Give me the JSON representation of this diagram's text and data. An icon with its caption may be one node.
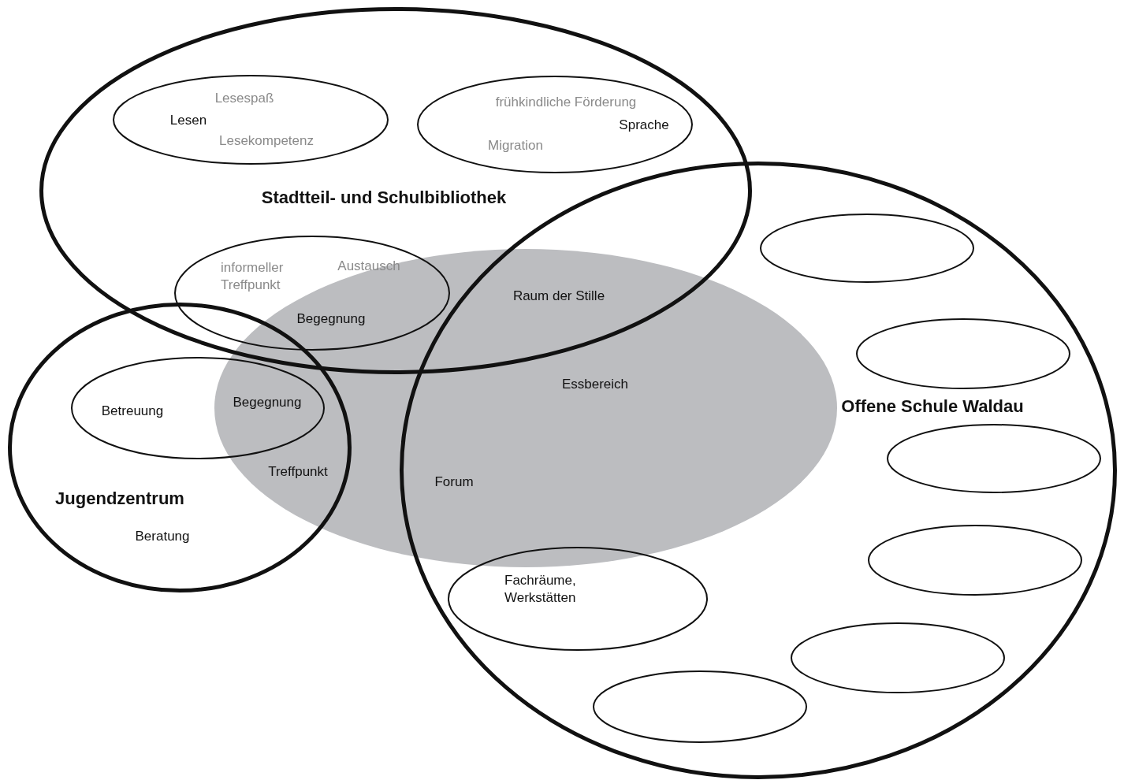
{
  "diagram": {
    "nodes": [
      {
        "text": [
          "Stadtteil- und Schulbibliothek"
        ]
      },
      {
        "text": [
          "Lesespaß",
          "Lesen",
          "Lesekompetenz"
        ],
        "in": 0
      },
      {
        "text": [
          "frühkindliche Förderung",
          "Sprache",
          "Migration"
        ],
        "in": 0
      },
      {
        "text": [
          "Offene Schule Waldau"
        ]
      },
      {
        "text": [
          "Raum der Stille",
          "Essbereich",
          "Forum"
        ]
      },
      {
        "text": [
          "informeller Treffpunkt",
          "Austausch",
          "Begegnung"
        ],
        "in": 0
      },
      {
        "text": [
          "Treffpunkt",
          "Jugendzentrum",
          "Beratung"
        ]
      },
      {
        "text": [
          "Betreuung",
          "Begegnung"
        ],
        "in": 6
      },
      {
        "text": [
          "Fachräume, Werkstätten"
        ],
        "in": 3
      },
      {
        "text": [],
        "shape": "ellipse",
        "in": 3
      },
      {
        "text": [],
        "shape": "ellipse",
        "in": 3
      },
      {
        "text": [],
        "shape": "ellipse",
        "in": 3
      },
      {
        "text": [],
        "shape": "ellipse",
        "in": 3
      },
      {
        "text": [],
        "shape": "ellipse",
        "in": 3
      },
      {
        "text": [],
        "shape": "ellipse",
        "in": 3
      }
    ]
  }
}
